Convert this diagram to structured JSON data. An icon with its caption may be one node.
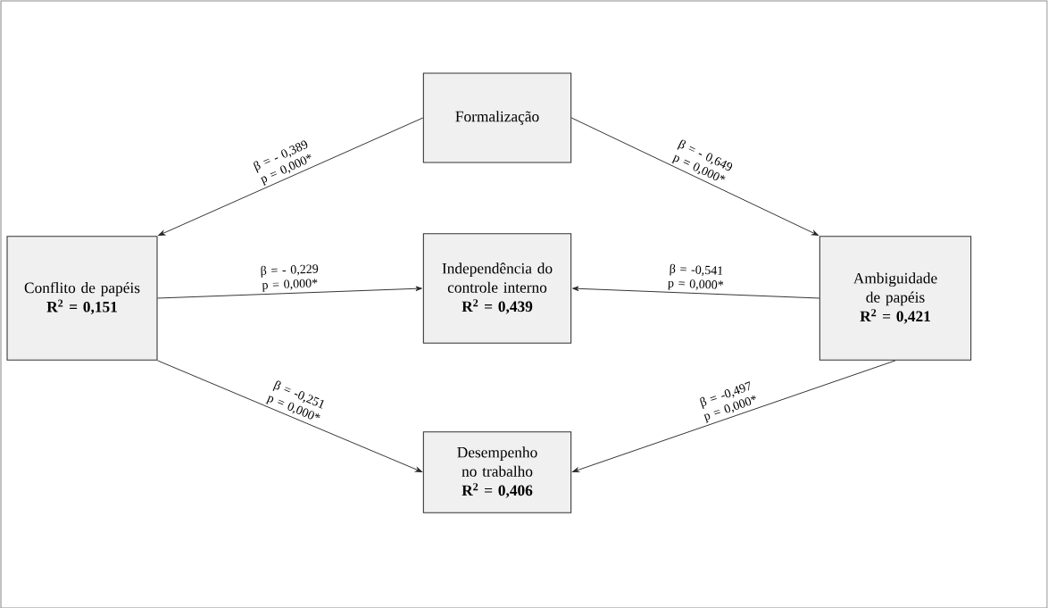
{
  "diagram": {
    "nodes": [
      {
        "text": [
          "Formalização"
        ]
      },
      {
        "text": [
          "Conflito de papéis",
          "R$^{2}$ = 0,151"
        ]
      },
      {
        "text": [
          "Independência do controle interno",
          "R$^{2}$ = 0,439"
        ]
      },
      {
        "text": [
          "Ambiguidade de papéis",
          "R$^{2}$ = 0,421"
        ]
      },
      {
        "text": [
          "Desempenho no trabalho",
          "R$^{2}$ = 0,406"
        ]
      }
    ],
    "edges": [
      {
        "from": 0,
        "to": 1,
        "arrow": "to",
        "label": "β = - 0,389 p = 0,000*"
      },
      {
        "from": 0,
        "to": 3,
        "arrow": "to",
        "label": "β = - 0,649 p = 0,000*"
      },
      {
        "from": 1,
        "to": 2,
        "arrow": "to",
        "label": "β = - 0,229 p = 0,000*"
      },
      {
        "from": 3,
        "to": 2,
        "arrow": "to",
        "label": "β = -0,541 p = 0,000*"
      },
      {
        "from": 1,
        "to": 4,
        "arrow": "to",
        "label": "β = -0,251 p = 0,000*"
      },
      {
        "from": 3,
        "to": 4,
        "arrow": "to",
        "label": "β = -0,497 p = 0,000*"
      }
    ]
  }
}
